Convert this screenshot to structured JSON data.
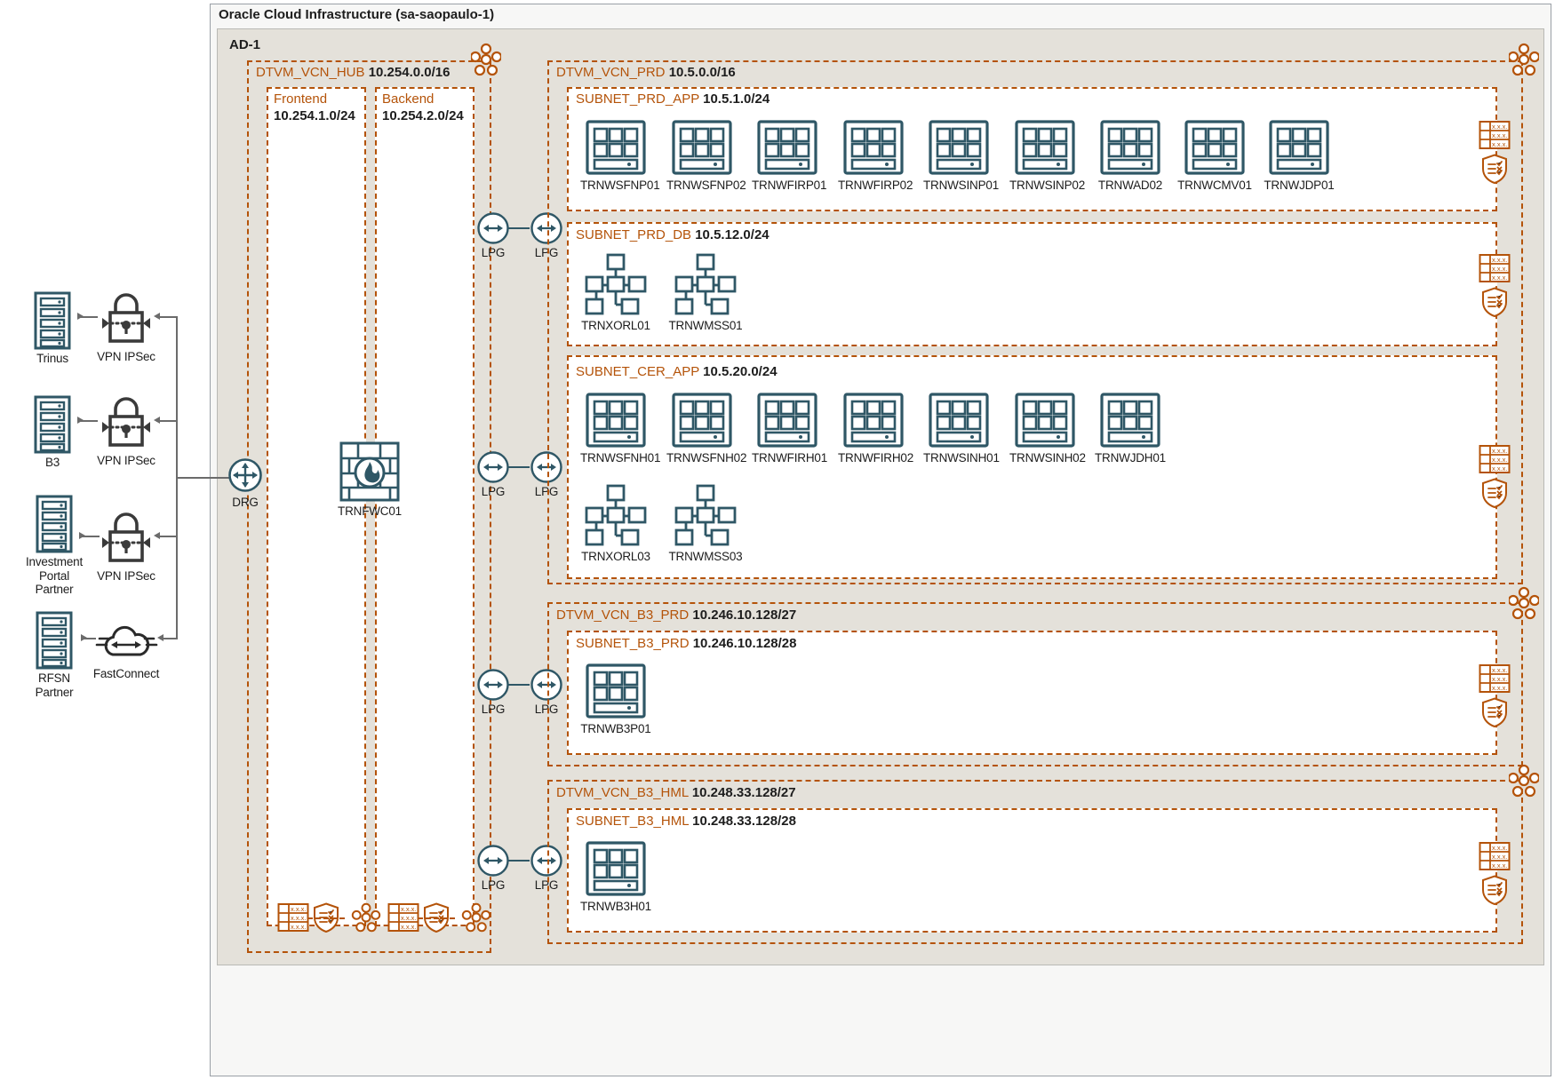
{
  "region": {
    "title": "Oracle Cloud Infrastructure (sa-saopaulo-1)",
    "ad": {
      "title": "AD-1"
    }
  },
  "external": {
    "items": [
      {
        "name": "Trinus",
        "link_label": "VPN IPSec",
        "link_icon": "vpn-lock-icon",
        "icon": "server-rack-icon"
      },
      {
        "name": "B3",
        "link_label": "VPN IPSec",
        "link_icon": "vpn-lock-icon",
        "icon": "server-rack-icon"
      },
      {
        "name": "Investment Portal Partner",
        "link_label": "VPN IPSec",
        "link_icon": "vpn-lock-icon",
        "icon": "server-rack-icon"
      },
      {
        "name": "RFSN Partner",
        "link_label": "FastConnect",
        "link_icon": "fastconnect-cloud-icon",
        "icon": "server-rack-icon"
      }
    ]
  },
  "hub": {
    "vcn_name": "DTVM_VCN_HUB",
    "vcn_cidr": "10.254.0.0/16",
    "drg": {
      "label": "DRG",
      "icon": "drg-icon"
    },
    "firewall": {
      "label": "TRNFWC01",
      "icon": "firewall-icon"
    },
    "subnets": [
      {
        "name": "Frontend",
        "cidr": "10.254.1.0/24"
      },
      {
        "name": "Backend",
        "cidr": "10.254.2.0/24"
      }
    ],
    "gateway_icons": [
      "route-table-icon",
      "security-list-icon",
      "service-gateway-icon"
    ]
  },
  "prd": {
    "vcn_name": "DTVM_VCN_PRD",
    "vcn_cidr": "10.5.0.0/16",
    "subnets": [
      {
        "name": "SUBNET_PRD_APP",
        "cidr": "10.5.1.0/24",
        "rows": [
          {
            "icon": "compute-instance-icon",
            "nodes": [
              "TRNWSFNP01",
              "TRNWSFNP02",
              "TRNWFIRP01",
              "TRNWFIRP02",
              "TRNWSINP01",
              "TRNWSINP02",
              "TRNWAD02",
              "TRNWCMV01",
              "TRNWJDP01"
            ]
          }
        ]
      },
      {
        "name": "SUBNET_PRD_DB",
        "cidr": "10.5.12.0/24",
        "rows": [
          {
            "icon": "database-cluster-icon",
            "nodes": [
              "TRNXORL01",
              "TRNWMSS01"
            ]
          }
        ]
      },
      {
        "name": "SUBNET_CER_APP",
        "cidr": "10.5.20.0/24",
        "rows": [
          {
            "icon": "compute-instance-icon",
            "nodes": [
              "TRNWSFNH01",
              "TRNWSFNH02",
              "TRNWFIRH01",
              "TRNWFIRH02",
              "TRNWSINH01",
              "TRNWSINH02",
              "TRNWJDH01"
            ]
          },
          {
            "icon": "database-cluster-icon",
            "nodes": [
              "TRNXORL03",
              "TRNWMSS03"
            ]
          }
        ]
      }
    ]
  },
  "b3_prd": {
    "vcn_name": "DTVM_VCN_B3_PRD",
    "vcn_cidr": "10.246.10.128/27",
    "subnet_name": "SUBNET_B3_PRD",
    "subnet_cidr": "10.246.10.128/28",
    "nodes": [
      "TRNWB3P01"
    ],
    "icon": "compute-instance-icon"
  },
  "b3_hml": {
    "vcn_name": "DTVM_VCN_B3_HML",
    "vcn_cidr": "10.248.33.128/27",
    "subnet_name": "SUBNET_B3_HML",
    "subnet_cidr": "10.248.33.128/28",
    "nodes": [
      "TRNWB3H01"
    ],
    "icon": "compute-instance-icon"
  },
  "peering": {
    "label": "LPG",
    "icon": "local-peering-gateway-icon",
    "pairs": [
      {
        "id": "lpg-prd-app"
      },
      {
        "id": "lpg-cer-app"
      },
      {
        "id": "lpg-b3-prd"
      },
      {
        "id": "lpg-b3-hml"
      }
    ]
  },
  "colors": {
    "accent_orange": "#b45309",
    "teal": "#2f5766",
    "ad_background": "#e4e1da",
    "region_background": "#f7f7f6",
    "line_gray": "#6b6b6b"
  }
}
